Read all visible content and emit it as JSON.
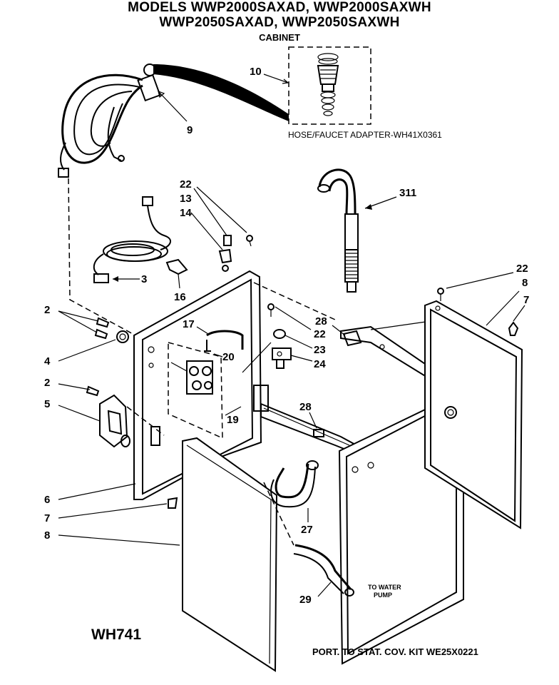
{
  "header": {
    "line1": "MODELS WWP2000SAXAD, WWP2000SAXWH",
    "line2": "WWP2050SAXAD, WWP2050SAXWH",
    "line3": "CABINET"
  },
  "callouts": {
    "c10": "10",
    "c9": "9",
    "c311": "311",
    "c22a": "22",
    "c13": "13",
    "c14": "14",
    "c3": "3",
    "c16": "16",
    "c22b": "22",
    "c8a": "8",
    "c7a": "7",
    "c2a": "2",
    "c17": "17",
    "c28a": "28",
    "c22c": "22",
    "c20": "20",
    "c23": "23",
    "c4": "4",
    "c24": "24",
    "c2b": "2",
    "c5": "5",
    "c19": "19",
    "c28b": "28",
    "c6": "6",
    "c7b": "7",
    "c27": "27",
    "c8b": "8",
    "c29": "29"
  },
  "notes": {
    "hose_adapter": "HOSE/FAUCET ADAPTER-WH41X0361",
    "to_water_pump_1": "TO WATER",
    "to_water_pump_2": "PUMP"
  },
  "diagram_code": "WH741",
  "footer": "PORT. TO STAT. COV. KIT WE25X0221"
}
